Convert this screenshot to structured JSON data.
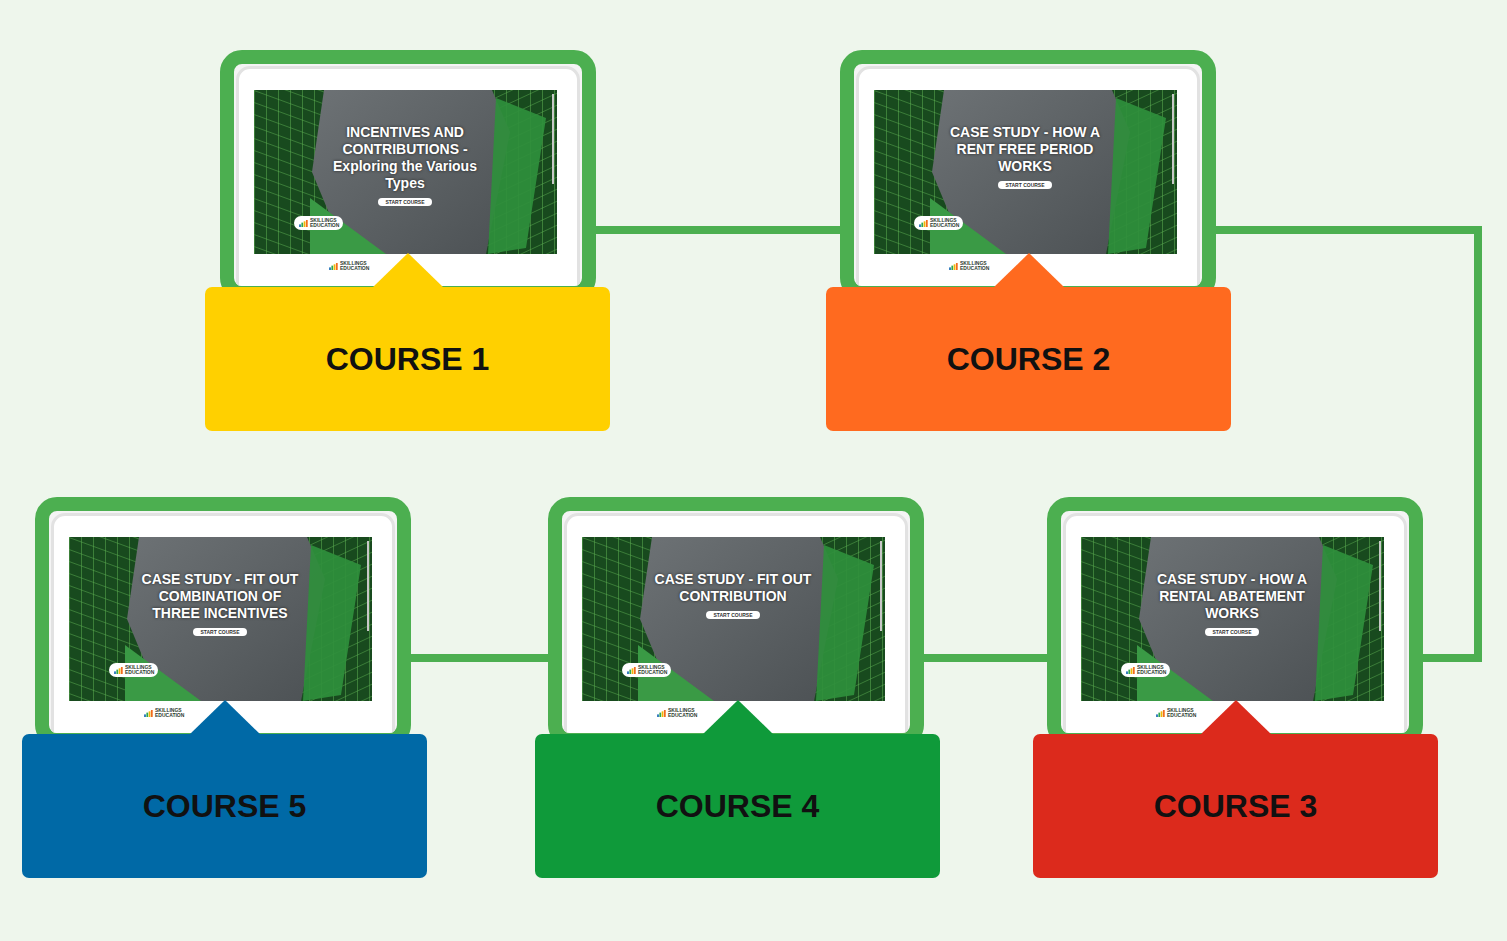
{
  "diagram": {
    "nodes": [
      {
        "text": [
          "INCENTIVES AND CONTRIBUTIONS - Exploring the Various Types",
          "START COURSE",
          "SKILLINGS EDUCATION",
          "SKILLINGS EDUCATION"
        ]
      },
      {
        "text": [
          "COURSE 1"
        ]
      },
      {
        "text": [
          "CASE STUDY - HOW A RENT FREE PERIOD WORKS",
          "START COURSE",
          "SKILLINGS EDUCATION",
          "SKILLINGS EDUCATION"
        ]
      },
      {
        "text": [
          "COURSE 2"
        ]
      },
      {
        "text": [
          "CASE STUDY - HOW A RENTAL ABATEMENT WORKS",
          "START COURSE",
          "SKILLINGS EDUCATION",
          "SKILLINGS EDUCATION"
        ]
      },
      {
        "text": [
          "COURSE 3"
        ]
      },
      {
        "text": [
          "CASE STUDY - FIT OUT CONTRIBUTION",
          "START COURSE",
          "SKILLINGS EDUCATION",
          "SKILLINGS EDUCATION"
        ]
      },
      {
        "text": [
          "COURSE 4"
        ]
      },
      {
        "text": [
          "CASE STUDY - FIT OUT COMBINATION OF THREE INCENTIVES",
          "START COURSE",
          "SKILLINGS EDUCATION",
          "SKILLINGS EDUCATION"
        ]
      },
      {
        "text": [
          "COURSE 5"
        ]
      }
    ],
    "edges": [
      {
        "from": 0,
        "to": 2,
        "arrow": "none"
      },
      {
        "from": 2,
        "to": 4,
        "arrow": "none"
      },
      {
        "from": 4,
        "to": 6,
        "arrow": "none"
      },
      {
        "from": 6,
        "to": 8,
        "arrow": "none"
      }
    ]
  }
}
